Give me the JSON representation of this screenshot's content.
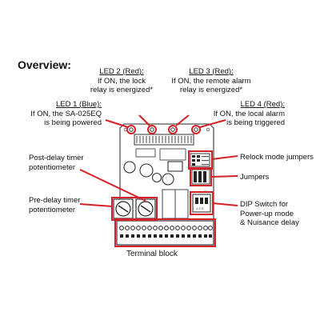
{
  "title": "Overview:",
  "led2": {
    "name": "LED 2 (Red):",
    "line1": "If ON, the lock",
    "line2": "relay is energized*"
  },
  "led3": {
    "name": "LED 3 (Red):",
    "line1": "If ON, the remote alarm",
    "line2": "relay is energized*"
  },
  "led1": {
    "name": "LED 1 (Blue):",
    "line1": "If ON, the SA-025EQ",
    "line2": "is being powered"
  },
  "led4": {
    "name": "LED 4 (Red):",
    "line1": "If ON, the local alarm",
    "line2": "is being triggered"
  },
  "post_delay": {
    "line1": "Post-delay timer",
    "line2": "potentiometer"
  },
  "pre_delay": {
    "line1": "Pre-delay timer",
    "line2": "potentiometer"
  },
  "relock": "Relock mode jumpers",
  "jumpers": "Jumpers",
  "dip": {
    "line1": "DIP Switch for",
    "line2": "Power-up mode",
    "line3": "& Nuisance delay",
    "on_label": "ON",
    "digits": "1 2 3"
  },
  "terminal": "Terminal block",
  "colors": {
    "callout": "#d42027",
    "board": "#555555",
    "label_text": "#111111"
  }
}
